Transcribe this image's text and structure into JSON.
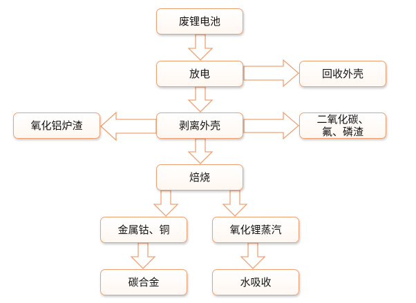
{
  "diagram": {
    "nodes": {
      "waste_battery": "废锂电池",
      "discharge": "放电",
      "recover_shell": "回收外壳",
      "strip_shell": "剥离外壳",
      "alumina_slag": "氧化铝炉渣",
      "byproducts": "二氧化碳、氟、磷渣",
      "roasting": "焙烧",
      "metal_cobalt_copper": "金属钴、铜",
      "lithium_oxide_vapor": "氧化锂蒸汽",
      "carbon_alloy": "碳合金",
      "water_absorption": "水吸收"
    },
    "edges": [
      [
        "waste_battery",
        "discharge"
      ],
      [
        "discharge",
        "recover_shell"
      ],
      [
        "discharge",
        "strip_shell"
      ],
      [
        "strip_shell",
        "alumina_slag"
      ],
      [
        "strip_shell",
        "byproducts"
      ],
      [
        "strip_shell",
        "roasting"
      ],
      [
        "roasting",
        "metal_cobalt_copper"
      ],
      [
        "roasting",
        "lithium_oxide_vapor"
      ],
      [
        "metal_cobalt_copper",
        "carbon_alloy"
      ],
      [
        "lithium_oxide_vapor",
        "water_absorption"
      ]
    ],
    "colors": {
      "border": "#f0a070",
      "fill": "#ffffff",
      "text": "#111111"
    }
  }
}
